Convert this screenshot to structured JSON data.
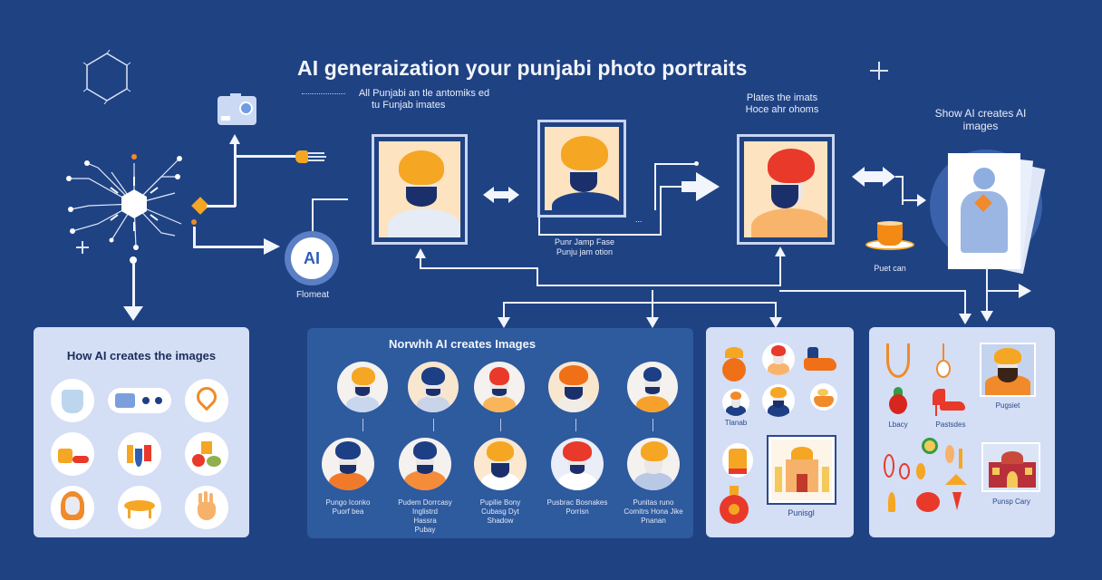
{
  "header": {
    "title": "AI generaization your punjabi photo portraits"
  },
  "flow": {
    "step1_caption": [
      "All Punjabi an tle antomiks ed",
      "tu Funjab imates"
    ],
    "step2_caption": [
      "Punr Jamp Fase",
      "Punju jam otion"
    ],
    "step3_caption": [
      "Plates the imats",
      "Hoce ahr ohoms"
    ],
    "step4_caption": [
      "Show AI creates AI",
      "images"
    ],
    "ai_badge_label": "AI",
    "ai_badge_caption": "Flomeat",
    "cup_caption": "Puet can"
  },
  "panels": {
    "left": {
      "title": "How AI creates the images",
      "icons": [
        "jacket-icon",
        "toggle-icon",
        "location-pin-icon",
        "food-icon",
        "bottles-icon",
        "fruits-icon",
        "woman-icon",
        "table-icon",
        "hand-icon"
      ]
    },
    "center": {
      "title": "Norwhh AI creates Images",
      "top_row": [
        {
          "turban": "#f5a623",
          "body": "#c8d6ee"
        },
        {
          "turban": "#1d3f85",
          "body": "#c9d4e8"
        },
        {
          "turban": "#e8392b",
          "body": "#f8b55a"
        },
        {
          "turban": "#f07017",
          "body": "#f1ece6"
        },
        {
          "turban": "#1d3f85",
          "body": "#f6a12c"
        }
      ],
      "bottom_row": [
        {
          "turban": "#1d3f85",
          "body": "#f07a2a",
          "caption": [
            "Pungo Iconko",
            "Puorf bea"
          ]
        },
        {
          "turban": "#1d3f85",
          "body": "#f58c3a",
          "caption": [
            "Pudem Dorrcasy",
            "Inglistrd",
            "Hassra",
            "Pubay"
          ]
        },
        {
          "turban": "#f5a623",
          "body": "#ffffff",
          "caption": [
            "Pupilie Bony",
            "Cubasg Dyt",
            "Shadow"
          ]
        },
        {
          "turban": "#e8392b",
          "body": "#ffffff",
          "caption": [
            "Pusbrac Bosnakes",
            "Porrisn"
          ]
        },
        {
          "turban": "#f5a623",
          "body": "#b9c8e4",
          "caption": [
            "Punitas runo",
            "Comitrs Hona Jike",
            "Pnanan"
          ]
        }
      ]
    },
    "right1": {
      "label_small": "Tlanab",
      "label_temple": "Punisgl"
    },
    "right2": {
      "label_spice": "Lbacy",
      "label_heel": "Pastsdes",
      "label_portrait": "Pugsiet",
      "label_palace": "Punsp Cary"
    }
  },
  "colors": {
    "background": "#1f4283",
    "panel_light": "#d4def5",
    "panel_mid": "#2e5a9e",
    "accent_orange": "#f5a623",
    "accent_red": "#e8392b"
  }
}
